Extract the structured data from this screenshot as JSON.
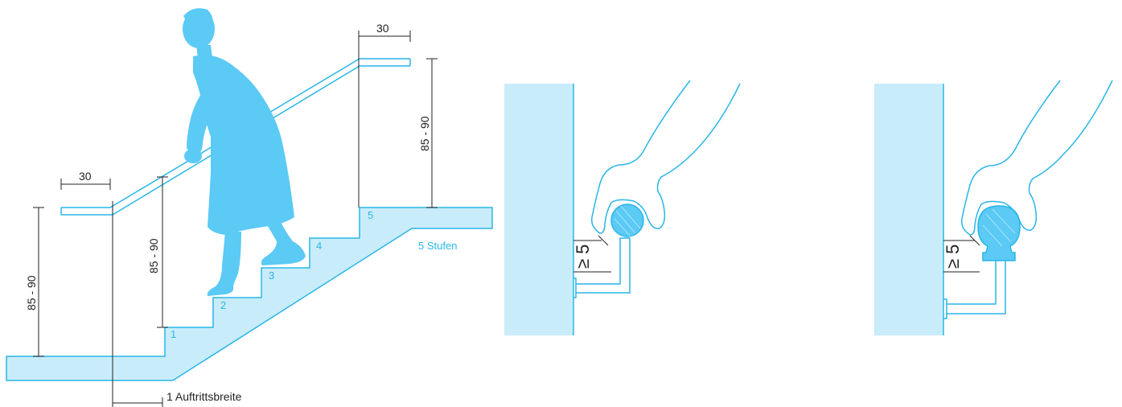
{
  "stair": {
    "handrail_extension_left": "30",
    "handrail_extension_right": "30",
    "height_left": "85 - 90",
    "height_middle": "85 - 90",
    "height_right": "85 - 90",
    "step_labels": [
      "1",
      "2",
      "3",
      "4",
      "5"
    ],
    "steps_caption": "5 Stufen",
    "tread_caption": "1 Auftrittsbreite"
  },
  "details": {
    "round_rail_clearance": "≥ 5",
    "mushroom_rail_clearance": "≥ 5"
  },
  "colors": {
    "accent": "#29b6e8",
    "fill_light": "#c9ecfa",
    "figure": "#5bcaf5",
    "line_dark": "#222222"
  }
}
